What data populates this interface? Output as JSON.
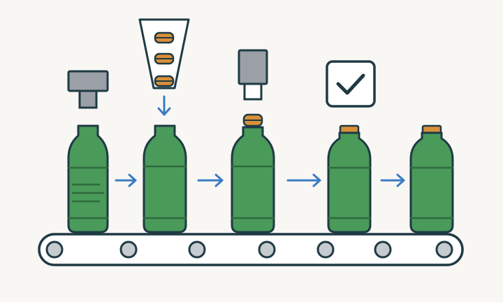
{
  "diagram": {
    "stage_count": 5,
    "colors": {
      "background": "#f8f7f4",
      "outline": "#1f3a44",
      "bottle_fill": "#4a9a5a",
      "bottle_detail": "#2f6a3e",
      "cap_fill": "#d9903a",
      "machine_gray": "#9aa0a6",
      "hopper_fill": "#ffffff",
      "arrow_blue": "#3a7bc4",
      "roller_fill": "#c6cbcf",
      "belt_fill": "#ffffff"
    },
    "stages": [
      {
        "machine": "press-head",
        "bottle_state": "uncapped",
        "bottle_label_bands": true
      },
      {
        "machine": "cap-hopper",
        "bottle_state": "uncapped",
        "bottle_label_bands": false
      },
      {
        "machine": "capping-head",
        "bottle_state": "cap-placed",
        "bottle_label_bands": false
      },
      {
        "machine": "checkbox-icon",
        "bottle_state": "capped",
        "bottle_label_bands": false
      },
      {
        "machine": "none",
        "bottle_state": "capped",
        "bottle_label_bands": false
      }
    ],
    "hopper_caps": 3,
    "conveyor_rollers": 7,
    "flow_arrows": 4
  }
}
